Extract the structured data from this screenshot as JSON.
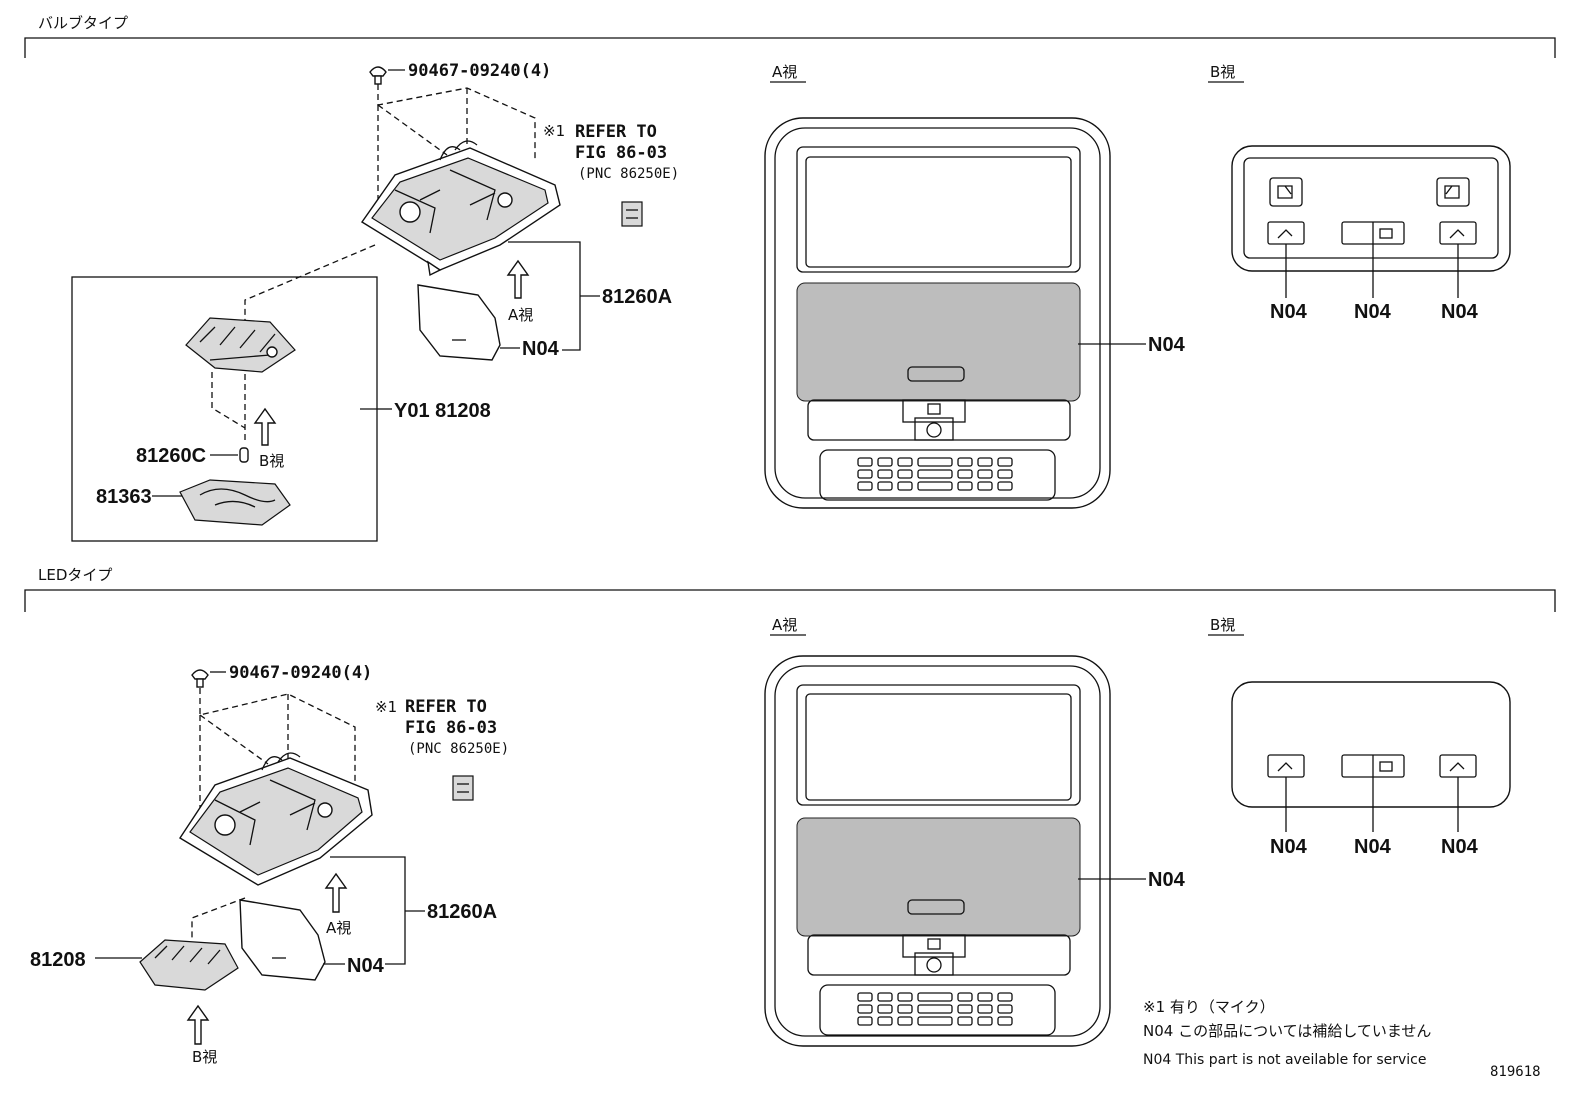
{
  "sections": {
    "bulb": {
      "title": "バルブタイプ",
      "screw": "90467-09240(4)",
      "refer_mark": "※1",
      "refer_line1": "REFER TO",
      "refer_line2": "FIG 86-03",
      "refer_line3": "(PNC 86250E)",
      "assembly": "81260A",
      "cover": "N04",
      "unit": "Y01 81208",
      "bulb_part": "81260C",
      "lens": "81363",
      "view_a_arrow": "A視",
      "view_b_arrow": "B視",
      "view_a_title": "A視",
      "view_b_title": "B視",
      "view_a_label": "N04",
      "view_b_labels": [
        "N04",
        "N04",
        "N04"
      ]
    },
    "led": {
      "title": "LEDタイプ",
      "screw": "90467-09240(4)",
      "refer_mark": "※1",
      "refer_line1": "REFER TO",
      "refer_line2": "FIG 86-03",
      "refer_line3": "(PNC 86250E)",
      "assembly": "81260A",
      "cover": "N04",
      "unit": "81208",
      "view_a_arrow": "A視",
      "view_b_arrow": "B視",
      "view_a_title": "A視",
      "view_b_title": "B視",
      "view_a_label": "N04",
      "view_b_labels": [
        "N04",
        "N04",
        "N04"
      ]
    }
  },
  "notes": {
    "line1": "※1 有り（マイク）",
    "line2": "N04 この部品については補給していません",
    "line3": "N04 This part is not aveilable for service"
  },
  "figure_id": "819618"
}
